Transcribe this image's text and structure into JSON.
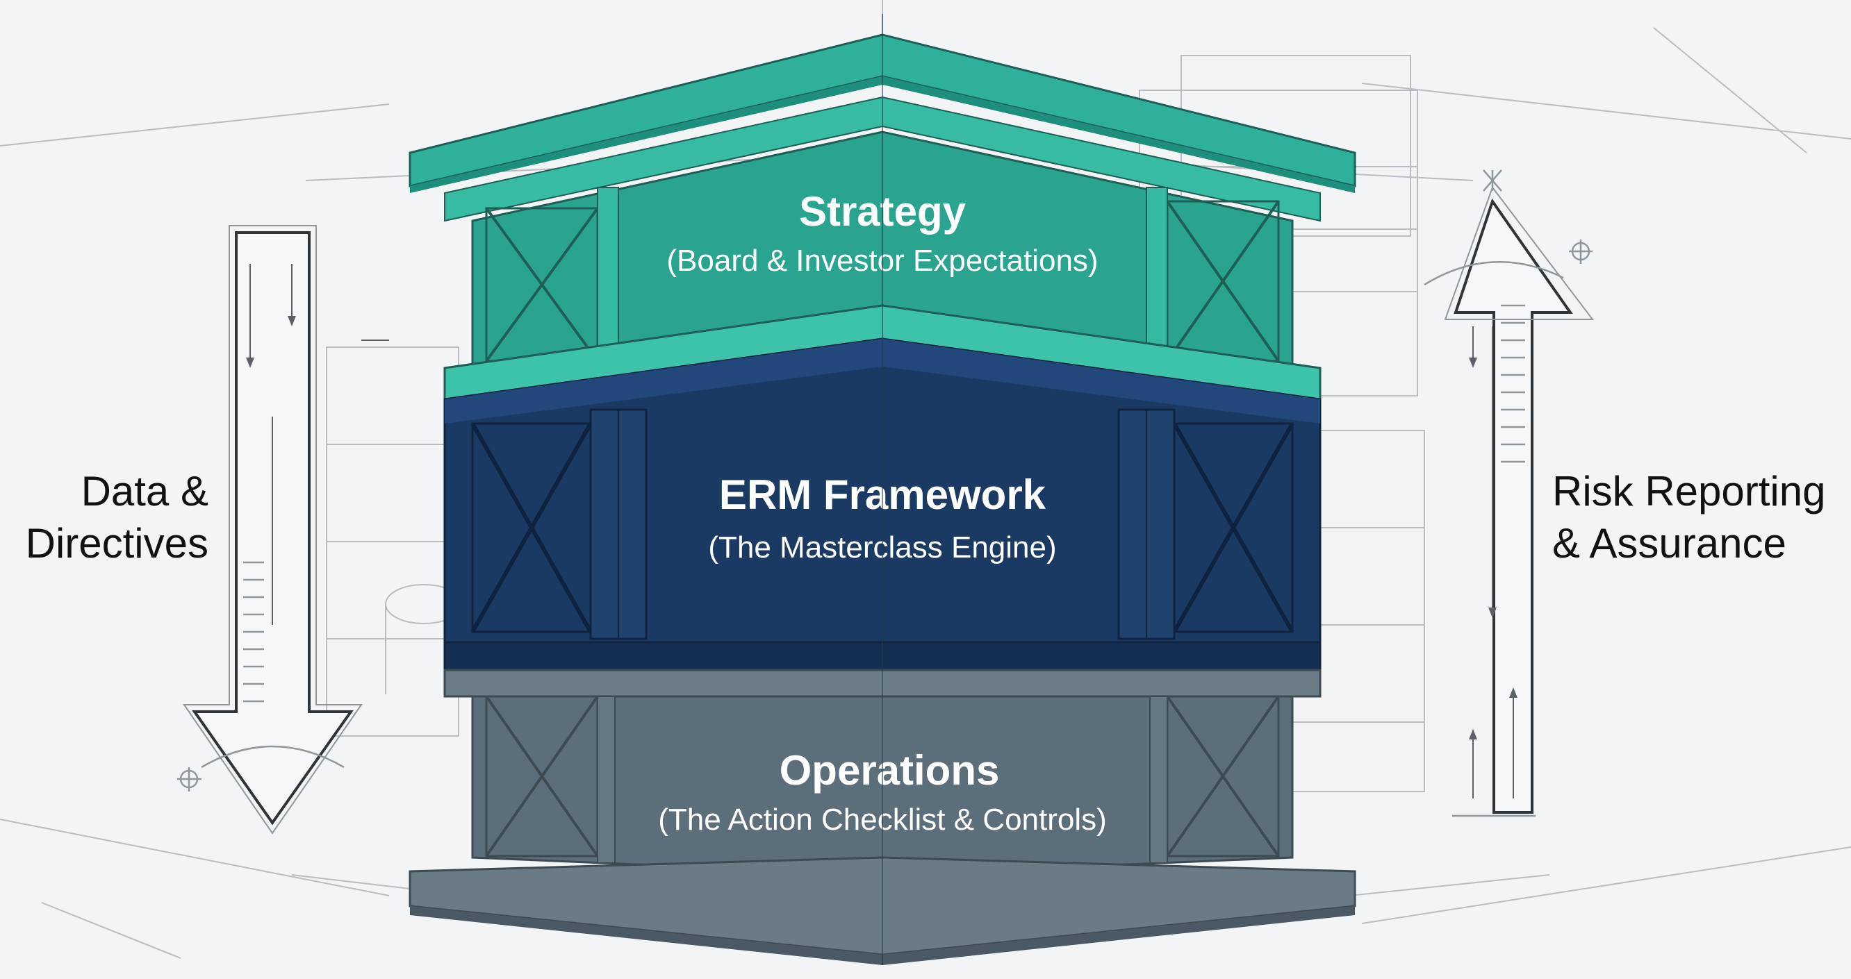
{
  "layers": {
    "strategy": {
      "title": "Strategy",
      "subtitle": "(Board & Investor Expectations)",
      "color": "#2eb09a"
    },
    "erm": {
      "title": "ERM Framework",
      "subtitle": "(The Masterclass Engine)",
      "color": "#1b3a63"
    },
    "operations": {
      "title": "Operations",
      "subtitle": "(The Action Checklist & Controls)",
      "color": "#5c6e79"
    }
  },
  "left_label": {
    "line1": "Data &",
    "line2": "Directives"
  },
  "right_label": {
    "line1": "Risk Reporting",
    "line2": "& Assurance"
  }
}
